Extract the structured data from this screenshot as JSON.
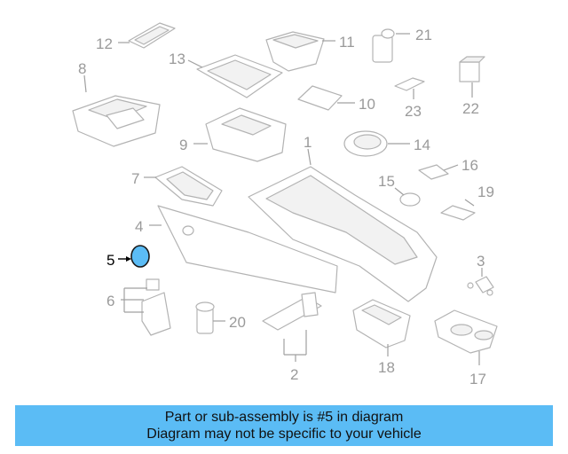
{
  "diagram": {
    "highlight_color": "#5bbcf5",
    "callouts": [
      {
        "number": "1"
      },
      {
        "number": "2"
      },
      {
        "number": "3"
      },
      {
        "number": "4"
      },
      {
        "number": "5",
        "highlighted": true
      },
      {
        "number": "6"
      },
      {
        "number": "7"
      },
      {
        "number": "8"
      },
      {
        "number": "9"
      },
      {
        "number": "10"
      },
      {
        "number": "11"
      },
      {
        "number": "12"
      },
      {
        "number": "13"
      },
      {
        "number": "14"
      },
      {
        "number": "15"
      },
      {
        "number": "16"
      },
      {
        "number": "17"
      },
      {
        "number": "18"
      },
      {
        "number": "19"
      },
      {
        "number": "20"
      },
      {
        "number": "21"
      },
      {
        "number": "22"
      },
      {
        "number": "23"
      }
    ]
  },
  "banner": {
    "line1": "Part or sub-assembly is #5 in diagram",
    "line2": "Diagram may not be specific to your vehicle",
    "background": "#5bbcf5"
  }
}
